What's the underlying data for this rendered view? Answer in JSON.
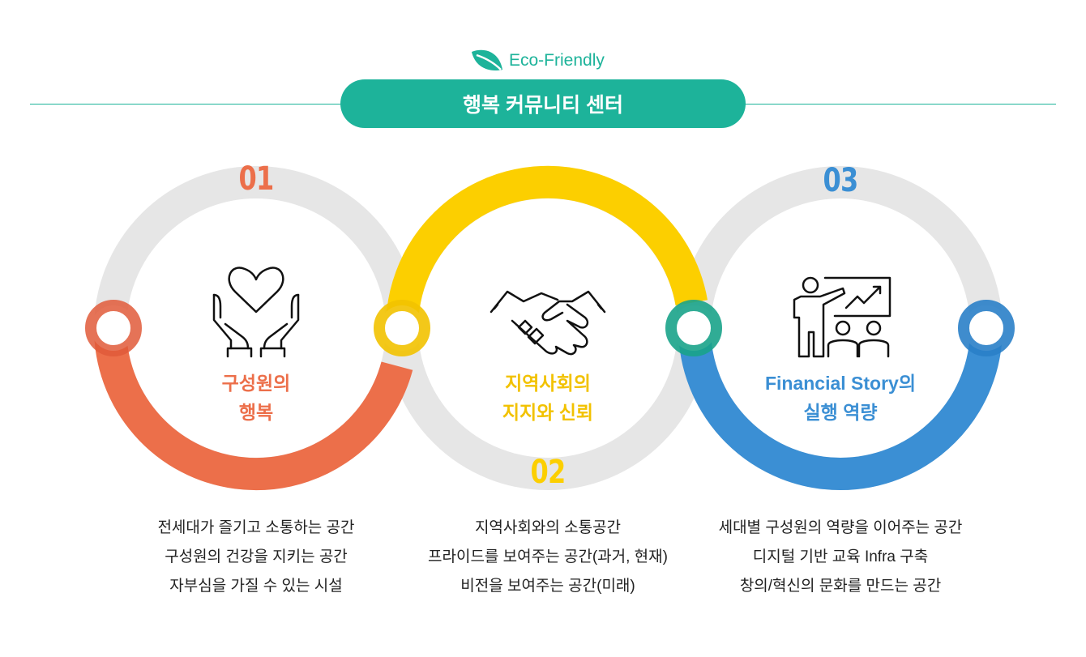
{
  "header": {
    "logo_text": "Eco-Friendly",
    "title": "행복 커뮤니티 센터"
  },
  "colors": {
    "teal": "#1db39a",
    "orange": "#ec6f4a",
    "yellow": "#fccf00",
    "blue": "#3b8fd4",
    "gray": "#e6e6e6"
  },
  "items": [
    {
      "number": "01",
      "icon": "hands-heart-icon",
      "title_line1": "구성원의",
      "title_line2": "행복",
      "desc": [
        "전세대가 즐기고 소통하는 공간",
        "구성원의 건강을 지키는 공간",
        "자부심을 가질 수 있는 시설"
      ]
    },
    {
      "number": "02",
      "icon": "handshake-icon",
      "title_line1": "지역사회의",
      "title_line2": "지지와 신뢰",
      "desc": [
        "지역사회와의 소통공간",
        "프라이드를 보여주는 공간(과거, 현재)",
        "비전을 보여주는 공간(미래)"
      ]
    },
    {
      "number": "03",
      "icon": "presentation-icon",
      "title_line1": "Financial Story의",
      "title_line2": "실행 역량",
      "desc": [
        "세대별 구성원의 역량을 이어주는 공간",
        "디지털 기반 교육 Infra 구축",
        "창의/혁신의 문화를 만드는 공간"
      ]
    }
  ]
}
